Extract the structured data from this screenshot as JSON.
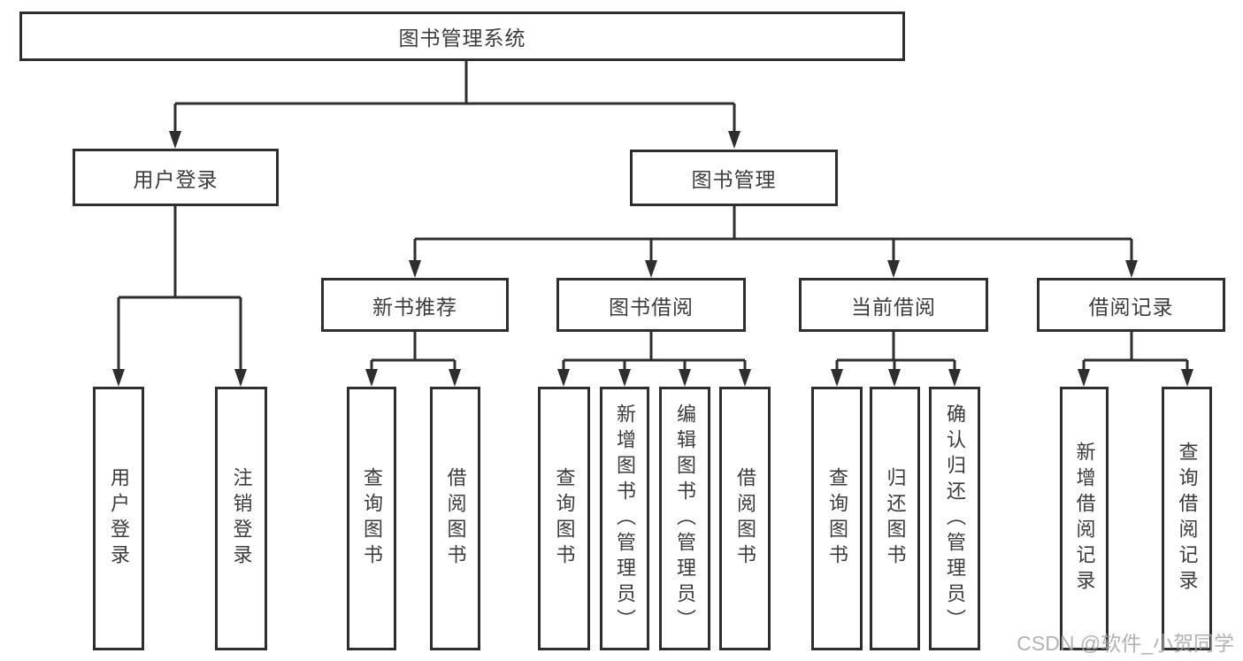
{
  "diagram_title": "图书管理系统",
  "colors": {
    "line": "#2e2e2e",
    "box_border": "#2e2e2e",
    "text": "#3c3c3c",
    "watermark": "#a6a6a6",
    "background": "#ffffff"
  },
  "nodes": {
    "root": "图书管理系统",
    "user_login": "用户登录",
    "book_mgmt": "图书管理",
    "new_book": "新书推荐",
    "book_borrow": "图书借阅",
    "current_borrow": "当前借阅",
    "borrow_record": "借阅记录",
    "ul_login": "用户登录",
    "ul_logout": "注销登录",
    "nb_query": "查询图书",
    "nb_borrow": "借阅图书",
    "bb_query": "查询图书",
    "bb_add": "新增图书（管理员）",
    "bb_edit": "编辑图书（管理员）",
    "bb_borrow": "借阅图书",
    "cb_query": "查询图书",
    "cb_return": "归还图书",
    "cb_confirm": "确认归还（管理员）",
    "br_add": "新增借阅记录",
    "br_query": "查询借阅记录"
  },
  "watermark": "CSDN @软件_小贺同学"
}
